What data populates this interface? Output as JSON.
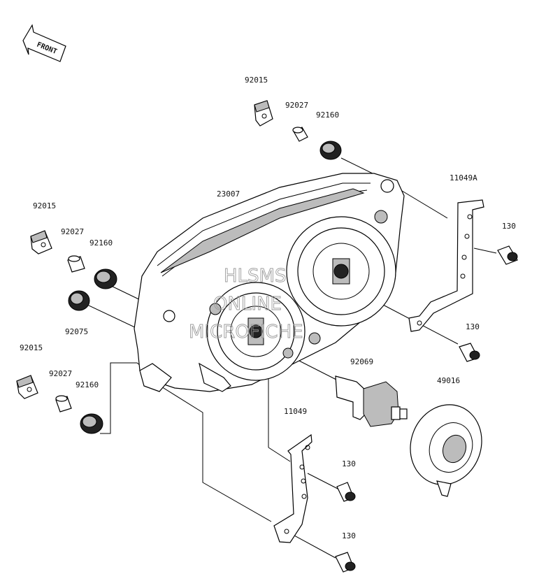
{
  "front_label": "FRONT",
  "watermark": [
    "HLSMS",
    "ONLINE",
    "MICROFICHE"
  ],
  "parts": {
    "p92015_a": "92015",
    "p92027_a": "92027",
    "p92160_a": "92160",
    "p23007": "23007",
    "p11049A": "11049A",
    "p130_a": "130",
    "p92015_b": "92015",
    "p92027_b": "92027",
    "p92160_b": "92160",
    "p92075": "92075",
    "p130_b": "130",
    "p92015_c": "92015",
    "p92027_c": "92027",
    "p92160_c": "92160",
    "p92069": "92069",
    "p49016": "49016",
    "p11049": "11049",
    "p130_c": "130",
    "p130_d": "130"
  }
}
